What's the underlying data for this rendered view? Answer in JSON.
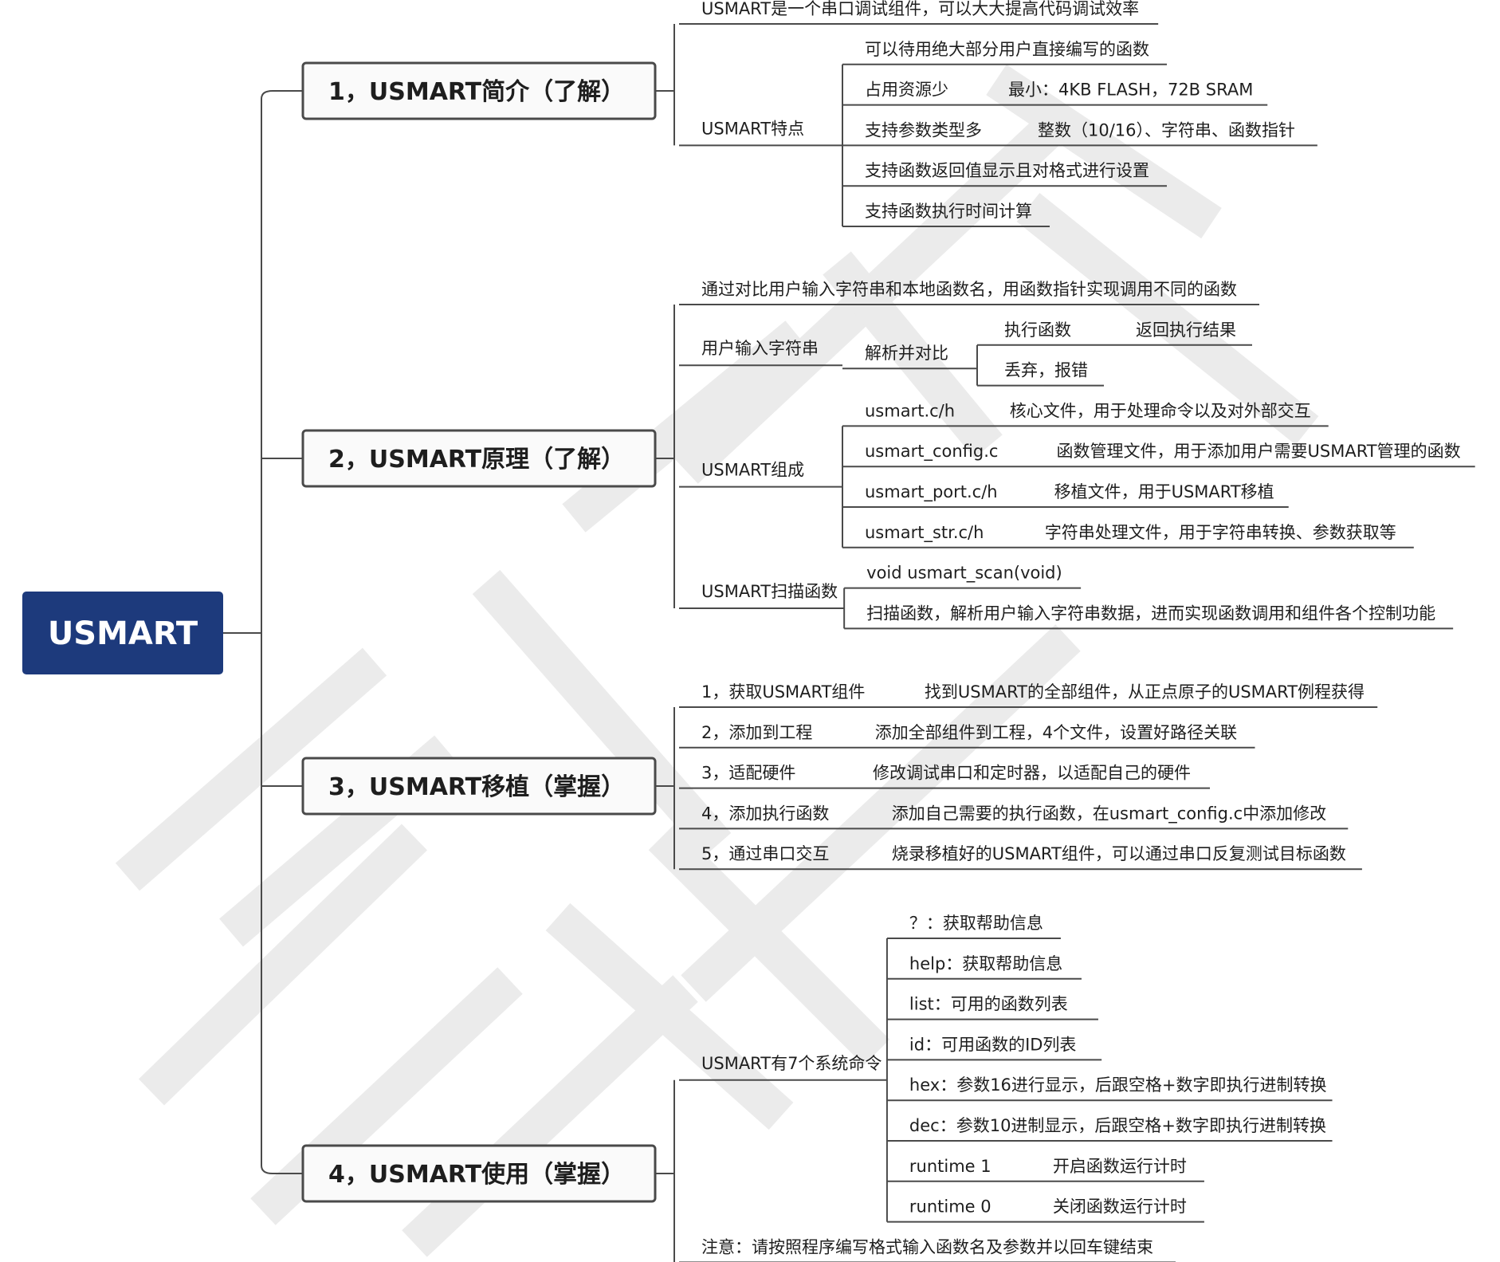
{
  "root": {
    "label": "USMART",
    "fill": "#1d3a7c",
    "text_color": "#ffffff"
  },
  "colors": {
    "line": "#4a4a4a",
    "branch_border": "#4a4a4a",
    "branch_fill": "#fafafa",
    "text": "#1e1e1e",
    "watermark": "#ebebeb"
  },
  "branches": [
    {
      "label": "1，USMART简介（了解）",
      "children": [
        {
          "label": "USMART是一个串口调试组件，可以大大提高代码调试效率"
        },
        {
          "label": "USMART特点",
          "children": [
            {
              "label": "可以待用绝大部分用户直接编写的函数"
            },
            {
              "label": "占用资源少",
              "children": [
                {
                  "label": "最小：4KB FLASH，72B SRAM"
                }
              ]
            },
            {
              "label": "支持参数类型多",
              "children": [
                {
                  "label": "整数（10/16）、字符串、函数指针"
                }
              ]
            },
            {
              "label": "支持函数返回值显示且对格式进行设置"
            },
            {
              "label": "支持函数执行时间计算"
            }
          ]
        }
      ]
    },
    {
      "label": "2，USMART原理（了解）",
      "children": [
        {
          "label": "通过对比用户输入字符串和本地函数名，用函数指针实现调用不同的函数"
        },
        {
          "label": "用户输入字符串",
          "children": [
            {
              "label": "解析并对比",
              "children": [
                {
                  "label": "执行函数",
                  "children": [
                    {
                      "label": "返回执行结果"
                    }
                  ]
                },
                {
                  "label": "丢弃，报错"
                }
              ]
            }
          ]
        },
        {
          "label": "USMART组成",
          "children": [
            {
              "label": "usmart.c/h",
              "children": [
                {
                  "label": "核心文件，用于处理命令以及对外部交互"
                }
              ]
            },
            {
              "label": "usmart_config.c",
              "children": [
                {
                  "label": "函数管理文件，用于添加用户需要USMART管理的函数"
                }
              ]
            },
            {
              "label": "usmart_port.c/h",
              "children": [
                {
                  "label": "移植文件，用于USMART移植"
                }
              ]
            },
            {
              "label": "usmart_str.c/h",
              "children": [
                {
                  "label": "字符串处理文件，用于字符串转换、参数获取等"
                }
              ]
            }
          ]
        },
        {
          "label": "USMART扫描函数",
          "children": [
            {
              "label": "void usmart_scan(void)"
            },
            {
              "label": "扫描函数，解析用户输入字符串数据，进而实现函数调用和组件各个控制功能"
            }
          ]
        }
      ]
    },
    {
      "label": "3，USMART移植（掌握）",
      "children": [
        {
          "label": "1，获取USMART组件",
          "children": [
            {
              "label": "找到USMART的全部组件，从正点原子的USMART例程获得"
            }
          ]
        },
        {
          "label": "2，添加到工程",
          "children": [
            {
              "label": "添加全部组件到工程，4个文件，设置好路径关联"
            }
          ]
        },
        {
          "label": "3，适配硬件",
          "children": [
            {
              "label": "修改调试串口和定时器，以适配自己的硬件"
            }
          ]
        },
        {
          "label": "4，添加执行函数",
          "children": [
            {
              "label": "添加自己需要的执行函数，在usmart_config.c中添加修改"
            }
          ]
        },
        {
          "label": "5，通过串口交互",
          "children": [
            {
              "label": "烧录移植好的USMART组件，可以通过串口反复测试目标函数"
            }
          ]
        }
      ]
    },
    {
      "label": "4，USMART使用（掌握）",
      "children": [
        {
          "label": "USMART有7个系统命令",
          "children": [
            {
              "label": "？：获取帮助信息"
            },
            {
              "label": "help：获取帮助信息"
            },
            {
              "label": "list：可用的函数列表"
            },
            {
              "label": "id：可用函数的ID列表"
            },
            {
              "label": "hex：参数16进行显示，后跟空格+数字即执行进制转换"
            },
            {
              "label": "dec：参数10进制显示，后跟空格+数字即执行进制转换"
            },
            {
              "label": "runtime 1",
              "children": [
                {
                  "label": "开启函数运行计时"
                }
              ]
            },
            {
              "label": "runtime 0",
              "children": [
                {
                  "label": "关闭函数运行计时"
                }
              ]
            }
          ]
        },
        {
          "label": "注意：请按照程序编写格式输入函数名及参数并以回车键结束"
        }
      ]
    }
  ]
}
